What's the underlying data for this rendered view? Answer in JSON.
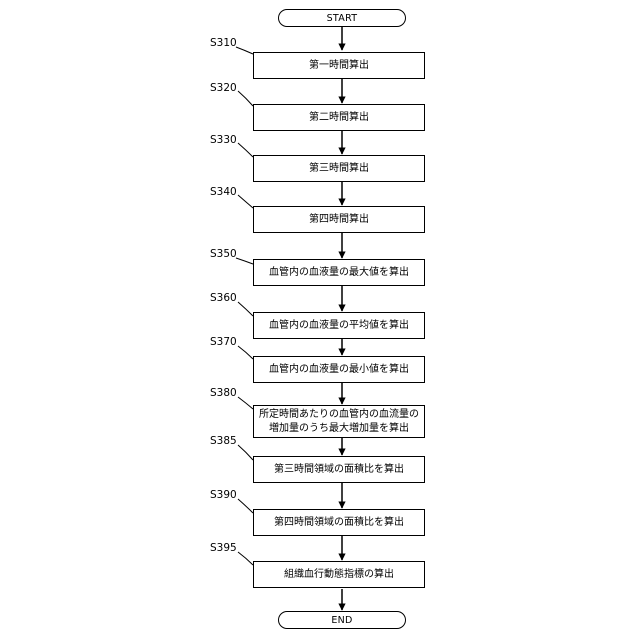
{
  "flow": {
    "start": "START",
    "end": "END",
    "steps": [
      {
        "id": "S310",
        "text": "第一時間算出"
      },
      {
        "id": "S320",
        "text": "第二時間算出"
      },
      {
        "id": "S330",
        "text": "第三時間算出"
      },
      {
        "id": "S340",
        "text": "第四時間算出"
      },
      {
        "id": "S350",
        "text": "血管内の血液量の最大値を算出"
      },
      {
        "id": "S360",
        "text": "血管内の血液量の平均値を算出"
      },
      {
        "id": "S370",
        "text": "血管内の血液量の最小値を算出"
      },
      {
        "id": "S380",
        "line1": "所定時間あたりの血管内の血流量の",
        "line2": "増加量のうち最大増加量を算出"
      },
      {
        "id": "S385",
        "text": "第三時間領域の面積比を算出"
      },
      {
        "id": "S390",
        "text": "第四時間領域の面積比を算出"
      },
      {
        "id": "S395",
        "text": "組織血行動態指標の算出"
      }
    ]
  }
}
